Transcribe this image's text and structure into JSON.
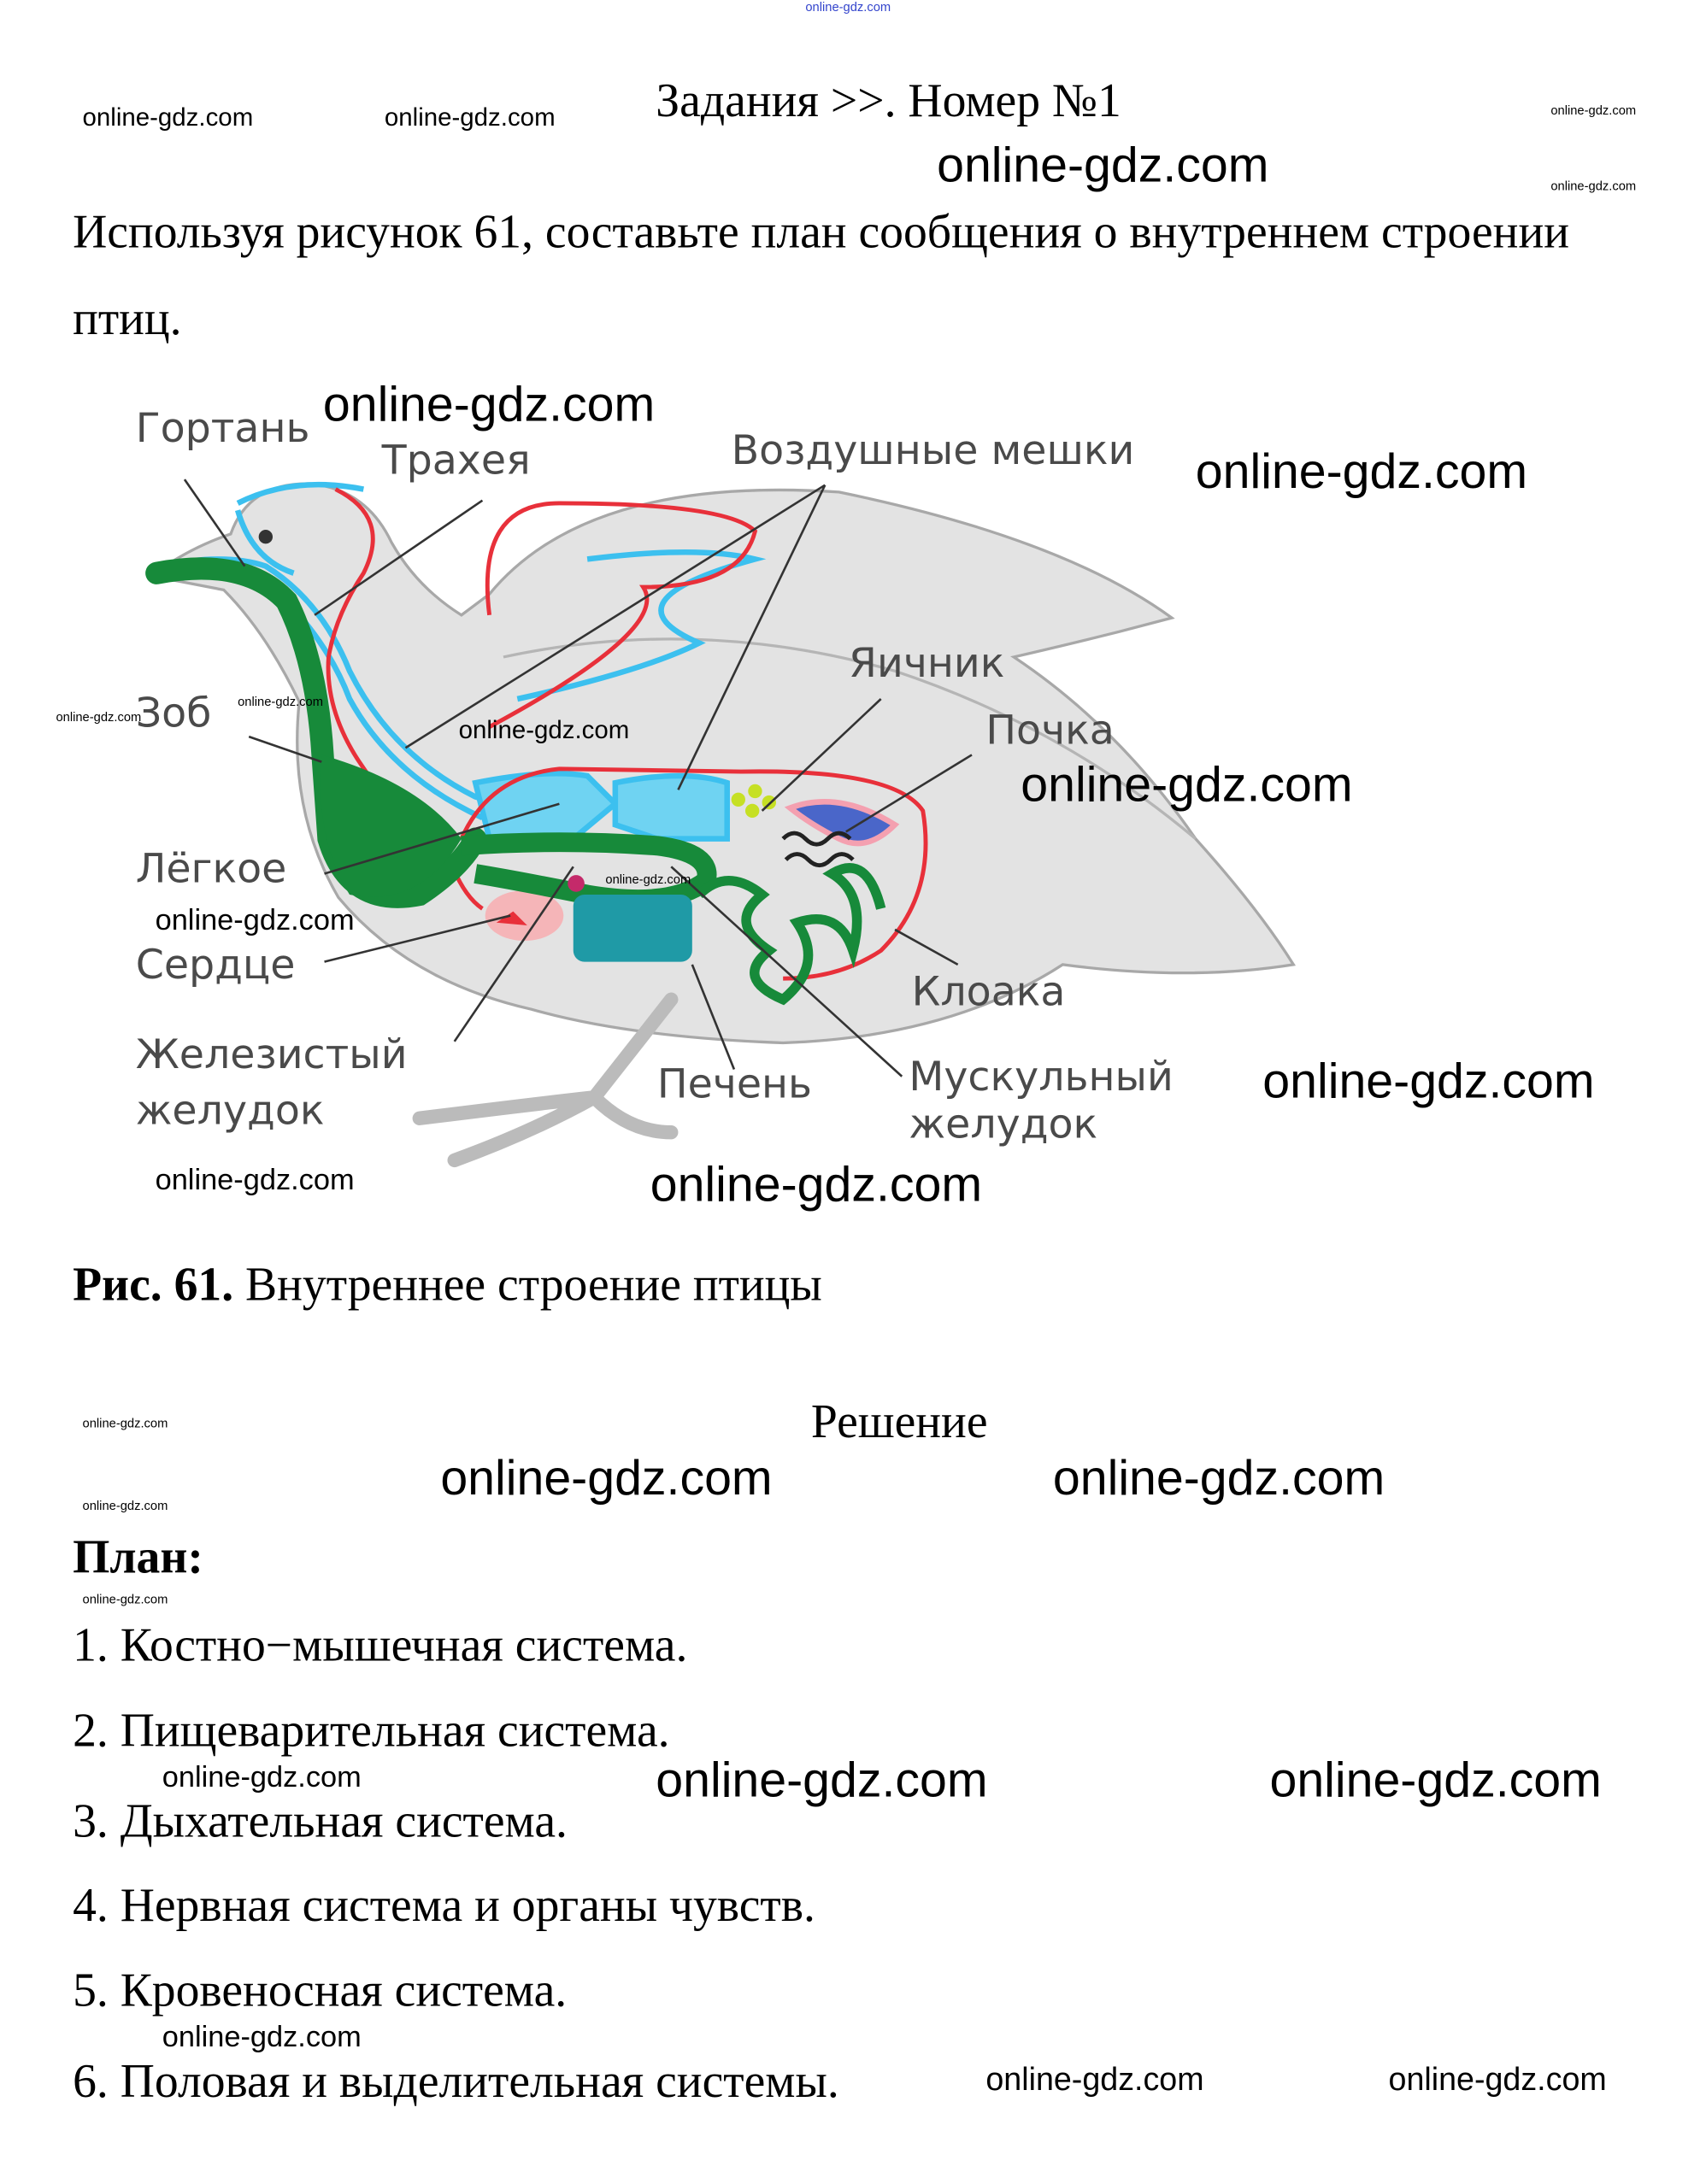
{
  "watermark": "online-gdz.com",
  "header": {
    "title": "Задания >>. Номер №1"
  },
  "task": {
    "line1": "Используя рисунок 61, составьте план сообщения о внутреннем строении",
    "line2": "птиц."
  },
  "figure": {
    "labels": {
      "larynx": "Гортань",
      "trachea": "Трахея",
      "air_sacs": "Воздушные мешки",
      "crop": "Зоб",
      "ovary": "Яичник",
      "kidney": "Почка",
      "lung": "Лёгкое",
      "heart": "Сердце",
      "glandular_stomach_1": "Железистый",
      "glandular_stomach_2": "желудок",
      "liver": "Печень",
      "cloaca": "Клоака",
      "muscular_stomach_1": "Мускульный",
      "muscular_stomach_2": "желудок"
    },
    "caption_bold": "Рис. 61.",
    "caption_text": " Внутреннее строение птицы"
  },
  "solution": {
    "heading": "Решение",
    "plan_title": "План:",
    "items": [
      "1. Костно−мышечная система.",
      "2. Пищеварительная система.",
      "3. Дыхательная система.",
      "4. Нервная система и органы чувств.",
      "5. Кровеносная система.",
      "6. Половая и выделительная системы."
    ]
  },
  "colors": {
    "body": "#e3e3e3",
    "digestive": "#178a3a",
    "respiratory": "#3cc0ef",
    "blood": "#e8303a",
    "liver": "#1f9aa6"
  }
}
